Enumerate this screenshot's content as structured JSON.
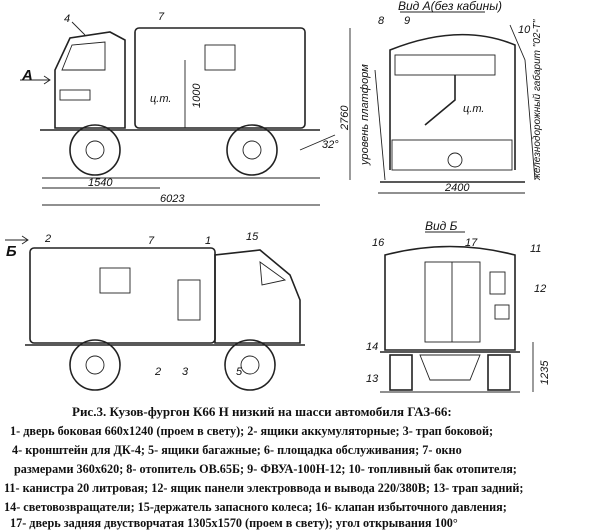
{
  "side_view_top": {
    "labels": {
      "n4": "4",
      "n7": "7",
      "view_a": "А",
      "cg": "ц.т.",
      "h1000": "1000",
      "angle": "32°",
      "d1540": "1540",
      "d6023": "6023"
    }
  },
  "view_a": {
    "title": "Вид А(без кабины)",
    "n8": "8",
    "n9": "9",
    "n10": "10",
    "h2760": "2760",
    "platform": "уровень платформ",
    "gauge": "железнодорожный габарит \"02-Т\"",
    "cg": "ц.т.",
    "w2400": "2400"
  },
  "side_view_bottom": {
    "view_b": "Б",
    "n2a": "2",
    "n7": "7",
    "n1": "1",
    "n15": "15",
    "n2b": "2",
    "n3": "3",
    "n5": "5"
  },
  "view_b": {
    "title": "Вид Б",
    "n16": "16",
    "n17": "17",
    "n11": "11",
    "n12": "12",
    "n14": "14",
    "n13": "13",
    "h1235": "1235"
  },
  "caption": {
    "title": "Рис.3. Кузов-фургон К66 Н низкий  на  шасси  автомобиля  ГАЗ-66:",
    "lines": [
      "1- дверь боковая  660х1240  (проем  в  свету); 2- ящики аккумуляторные; 3- трап  боковой;",
      "4- кронштейн для  ДК-4;  5- ящики  багажные; 6- площадка  обслуживания; 7- окно",
      "размерами 360х620;   8- отопитель  ОВ.65Б;  9- ФВУА-100Н-12;  10- топливный  бак  отопителя;",
      "11- канистра  20  литровая; 12- ящик панели электроввода и вывода  220/380В; 13- трап задний;",
      "14- световозвращатели; 15-держатель запасного колеса; 16- клапан  избыточного  давления;",
      "17- дверь  задняя  двустворчатая 1305х1570 (проем в свету);  угол открывания 100°"
    ]
  }
}
